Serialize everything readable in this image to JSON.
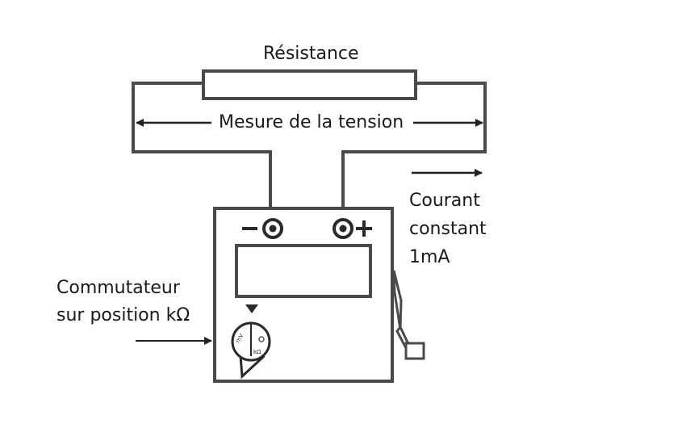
{
  "labels": {
    "resistance": "Résistance",
    "voltage": "Mesure de la tension",
    "current_line1": "Courant",
    "current_line2": "constant",
    "current_line3": "1mA",
    "switch_line1": "Commutateur",
    "switch_line2": "sur position kΩ"
  },
  "terminals": {
    "minus": "−",
    "plus": "+"
  },
  "dial": {
    "mark_mv": "mV",
    "mark_kohm": "kΩ"
  },
  "colors": {
    "line": "#4a4a4a",
    "text": "#1a1a1a",
    "background": "#ffffff"
  }
}
